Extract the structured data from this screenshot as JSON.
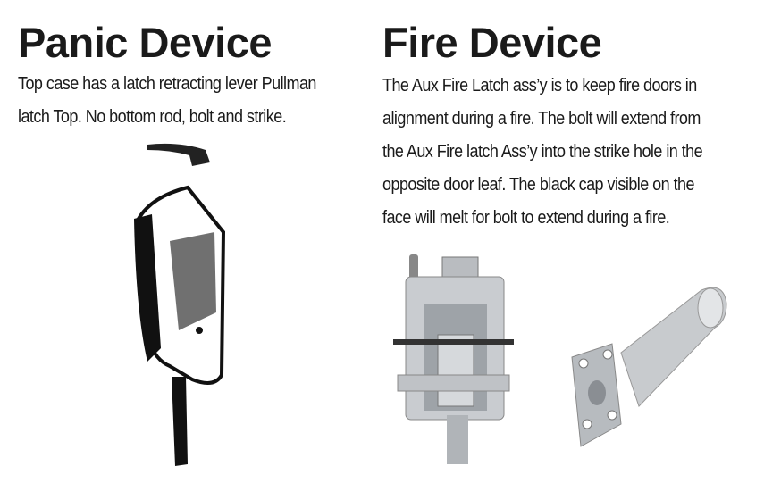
{
  "panic": {
    "title": "Panic Device",
    "lines": [
      "Top case has a latch retracting lever  Pullman",
      "latch Top. No bottom rod, bolt and strike."
    ]
  },
  "fire": {
    "title": "Fire Device",
    "lines": [
      "The Aux Fire Latch ass’y is to keep fire doors in",
      "alignment during a fire. The bolt will extend from",
      "the Aux Fire latch Ass’y into the strike hole in the",
      "opposite door leaf. The black cap visible on the",
      "face will melt for bolt to extend during a fire."
    ]
  }
}
